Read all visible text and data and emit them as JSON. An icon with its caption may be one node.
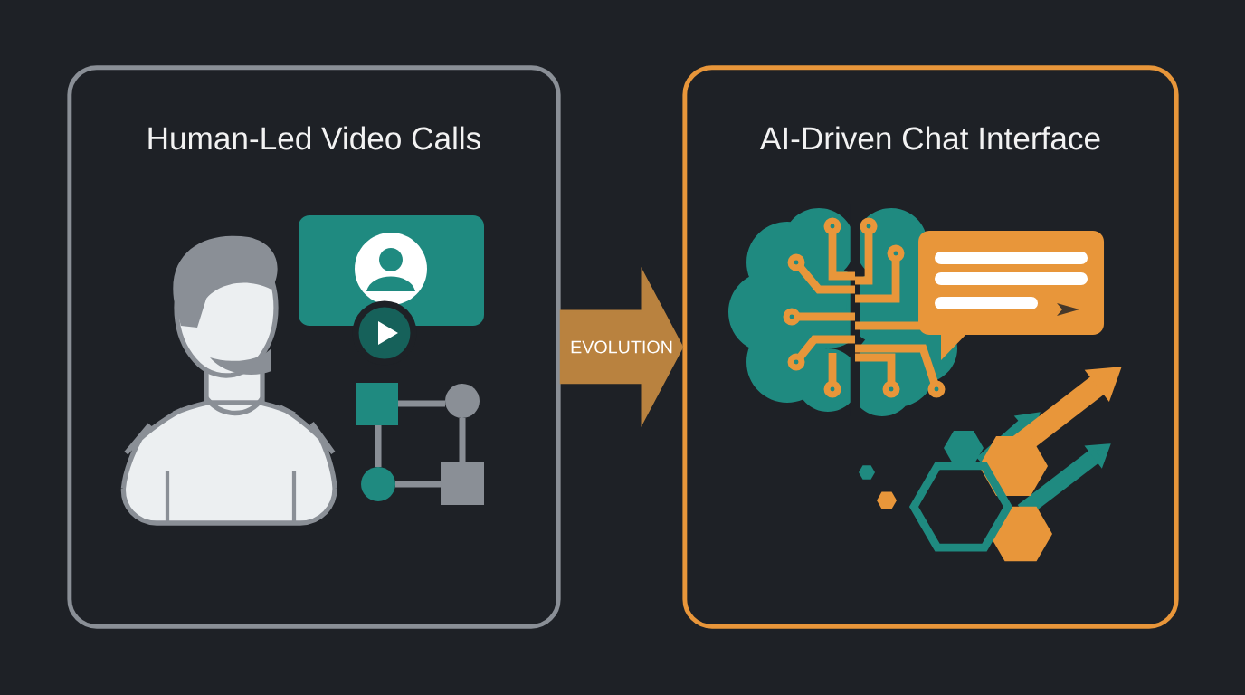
{
  "diagram": {
    "nodes": [
      {
        "text": [
          "Human-Led Video Calls"
        ]
      },
      {
        "text": [
          "AI-Driven Chat Interface"
        ]
      }
    ],
    "edges": [
      {
        "from": 0,
        "to": 1,
        "arrow": "to",
        "label": "EVOLUTION",
        "style": "thick"
      }
    ]
  }
}
